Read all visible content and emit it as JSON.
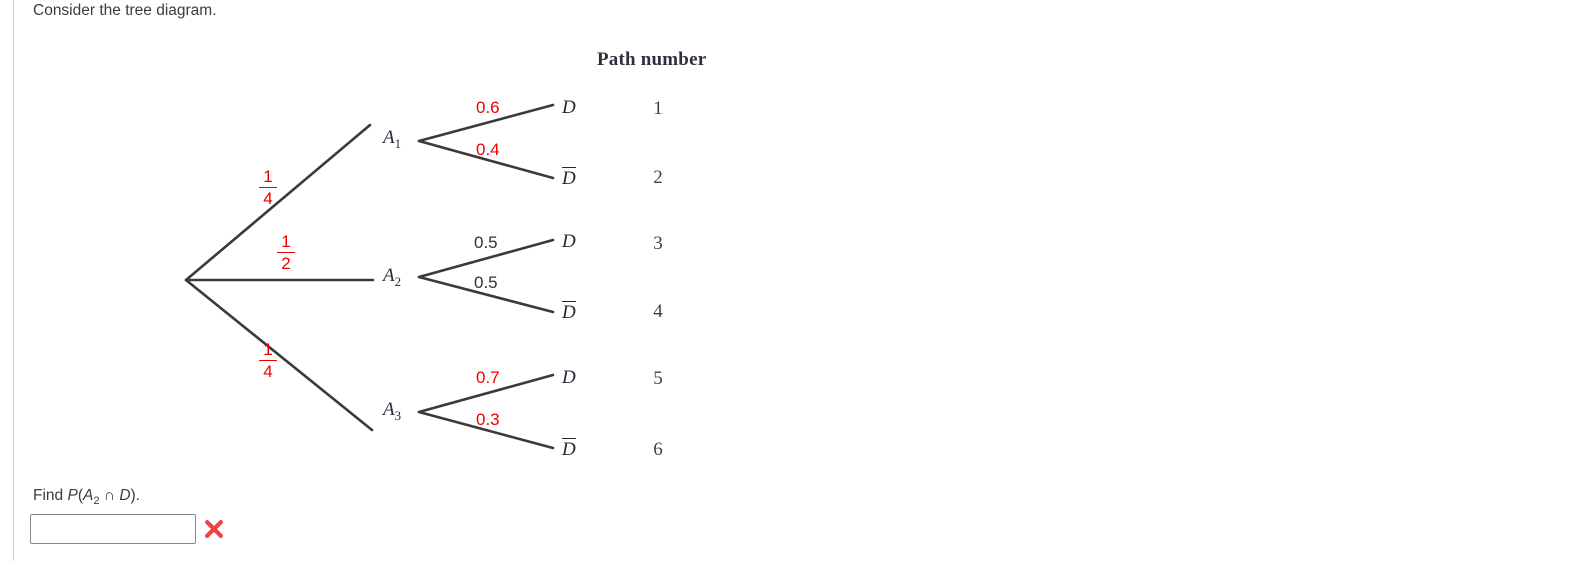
{
  "prompt": "Consider the tree diagram.",
  "diagram": {
    "column_header": "Path number",
    "root": {
      "name": "root-node"
    },
    "first_level": [
      {
        "label": "A",
        "sub": "1",
        "probability_numerator": "1",
        "probability_denominator": "4",
        "probability_text": "1/4",
        "color": "#ee0000"
      },
      {
        "label": "A",
        "sub": "2",
        "probability_numerator": "1",
        "probability_denominator": "2",
        "probability_text": "1/2",
        "color": "#ee0000"
      },
      {
        "label": "A",
        "sub": "3",
        "probability_numerator": "1",
        "probability_denominator": "4",
        "probability_text": "1/4",
        "color": "#ee0000"
      }
    ],
    "branches": [
      {
        "parent": "A1",
        "leaf": "D",
        "leaf_overline": false,
        "probability": "0.6",
        "color": "#ee0000",
        "path_number": "1"
      },
      {
        "parent": "A1",
        "leaf": "D",
        "leaf_overline": true,
        "probability": "0.4",
        "color": "#ee0000",
        "path_number": "2"
      },
      {
        "parent": "A2",
        "leaf": "D",
        "leaf_overline": false,
        "probability": "0.5",
        "color": "#313131",
        "path_number": "3"
      },
      {
        "parent": "A2",
        "leaf": "D",
        "leaf_overline": true,
        "probability": "0.5",
        "color": "#313131",
        "path_number": "4"
      },
      {
        "parent": "A3",
        "leaf": "D",
        "leaf_overline": false,
        "probability": "0.7",
        "color": "#ee0000",
        "path_number": "5"
      },
      {
        "parent": "A3",
        "leaf": "D",
        "leaf_overline": true,
        "probability": "0.3",
        "color": "#ee0000",
        "path_number": "6"
      }
    ]
  },
  "question": {
    "prefix": "Find ",
    "prob_symbol": "P",
    "open_paren": "(",
    "event_letter": "A",
    "event_sub": "2",
    "intersect": " ∩ ",
    "second_event": "D",
    "close_paren": ").",
    "full_text": "Find P(A2 ∩ D)."
  },
  "answer": {
    "value": "",
    "placeholder": "",
    "status": "incorrect",
    "status_icon": "cross-icon",
    "status_color": "#ef4444"
  },
  "colors": {
    "line": "#3a3a3a",
    "red": "#ee0000",
    "text": "#3c3c3c",
    "rule": "#d2d2d2"
  }
}
